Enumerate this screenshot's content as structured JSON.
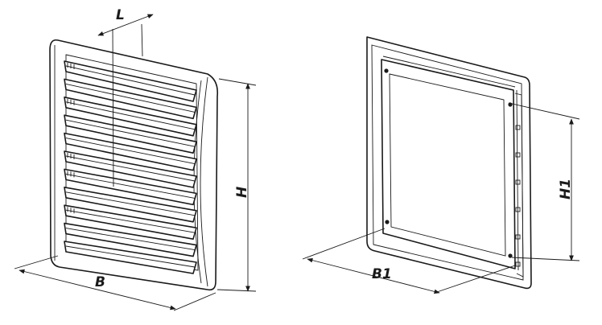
{
  "labels": {
    "length": "L",
    "width": "B",
    "height": "H",
    "inner_width": "B1",
    "inner_height": "H1"
  },
  "front_grille": {
    "louver_count": 11,
    "louvers_with_side_tabs": [
      0,
      2,
      5,
      6,
      8
    ]
  },
  "rear_grille": {
    "screw_count": 4,
    "side_clip_count": 6
  },
  "colors": {
    "line": "#1a1a1a",
    "background": "#ffffff"
  }
}
